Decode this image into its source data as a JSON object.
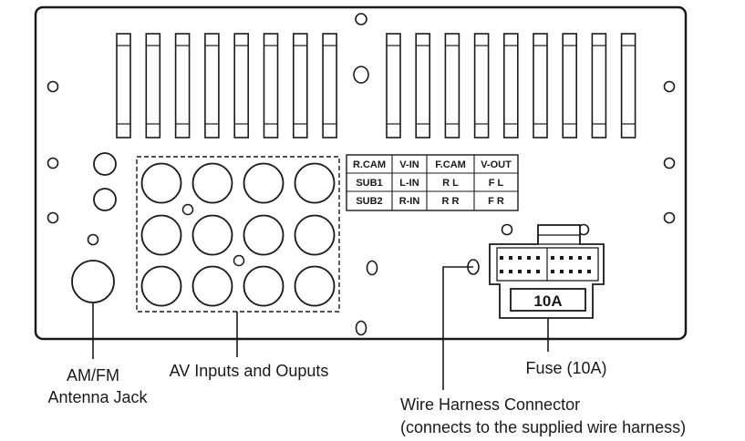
{
  "av_table": [
    [
      "R.CAM",
      "V-IN",
      "F.CAM",
      "V-OUT"
    ],
    [
      "SUB1",
      "L-IN",
      "R L",
      "F L"
    ],
    [
      "SUB2",
      "R-IN",
      "R R",
      "F R"
    ]
  ],
  "fuse_rating": "10A",
  "callouts": {
    "antenna_line1": "AM/FM",
    "antenna_line2": "Antenna Jack",
    "av": "AV Inputs and Ouputs",
    "fuse": "Fuse (10A)",
    "harness_line1": "Wire Harness Connector",
    "harness_line2": "(connects to the supplied wire harness)"
  }
}
